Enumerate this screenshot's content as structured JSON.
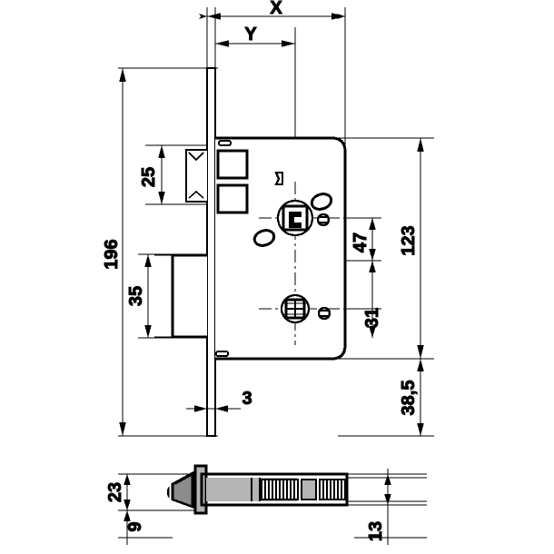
{
  "drawing": {
    "title": "Mortise lock technical drawing",
    "type": "engineering-dimension-drawing",
    "units": "mm",
    "views": [
      {
        "name": "front-elevation",
        "description": "Lock case front view with faceplate, latch bolt, spindle hole and cylinder hole"
      },
      {
        "name": "side-section",
        "description": "Horizontal section through latch bolt and case"
      }
    ]
  },
  "dimensions": {
    "top": [
      {
        "id": "X",
        "label": "X",
        "orientation": "horizontal",
        "note": "overall case depth from faceplate"
      },
      {
        "id": "Y",
        "label": "Y",
        "orientation": "horizontal",
        "note": "backset to spindle centre"
      }
    ],
    "left": [
      {
        "id": "d196",
        "label": "196",
        "orientation": "vertical",
        "note": "faceplate overall length"
      },
      {
        "id": "d25",
        "label": "25",
        "orientation": "vertical",
        "note": "latch bolt opening height"
      },
      {
        "id": "d35",
        "label": "35",
        "orientation": "vertical",
        "note": "lower tab height"
      }
    ],
    "right": [
      {
        "id": "d123",
        "label": "123",
        "orientation": "vertical",
        "note": "case body height"
      },
      {
        "id": "d47",
        "label": "47",
        "orientation": "vertical",
        "note": "spindle centre to cylinder centre"
      },
      {
        "id": "d31",
        "label": "31",
        "orientation": "vertical",
        "note": "cylinder centre to case bottom"
      },
      {
        "id": "d38_5",
        "label": "38,5",
        "orientation": "vertical",
        "note": "case bottom to faceplate end"
      }
    ],
    "bottom_main": [
      {
        "id": "d3",
        "label": "3",
        "orientation": "horizontal",
        "note": "faceplate thickness"
      }
    ],
    "section_left": [
      {
        "id": "d23",
        "label": "23",
        "orientation": "vertical",
        "note": "faceplate width"
      },
      {
        "id": "d9",
        "label": "9",
        "orientation": "vertical",
        "note": "offset below centre"
      }
    ],
    "section_right": [
      {
        "id": "d13",
        "label": "13",
        "orientation": "vertical",
        "note": "case body thickness"
      }
    ]
  },
  "features": {
    "latch_bolt": "latch-bolt",
    "spindle_hole": "square-spindle-hole",
    "cylinder_hole": "cylinder-key-hole",
    "fixing_screw_upper": "fixing-screw-hole",
    "fixing_screw_lower": "fixing-screw-hole",
    "oval_slot_upper": "oval-slot",
    "oval_slot_lower": "oval-slot",
    "faceplate_slot": "faceplate-screw-slot",
    "handle_stop": "handle-stop-lug",
    "tab_upper": "faceplate-upper-tab",
    "tab_lower": "faceplate-lower-tab"
  },
  "colors": {
    "line": "#000000",
    "background": "#ffffff",
    "fill_light": "#b4b4b4",
    "fill_mid": "#8c8c8c",
    "fill_dark": "#555555"
  }
}
